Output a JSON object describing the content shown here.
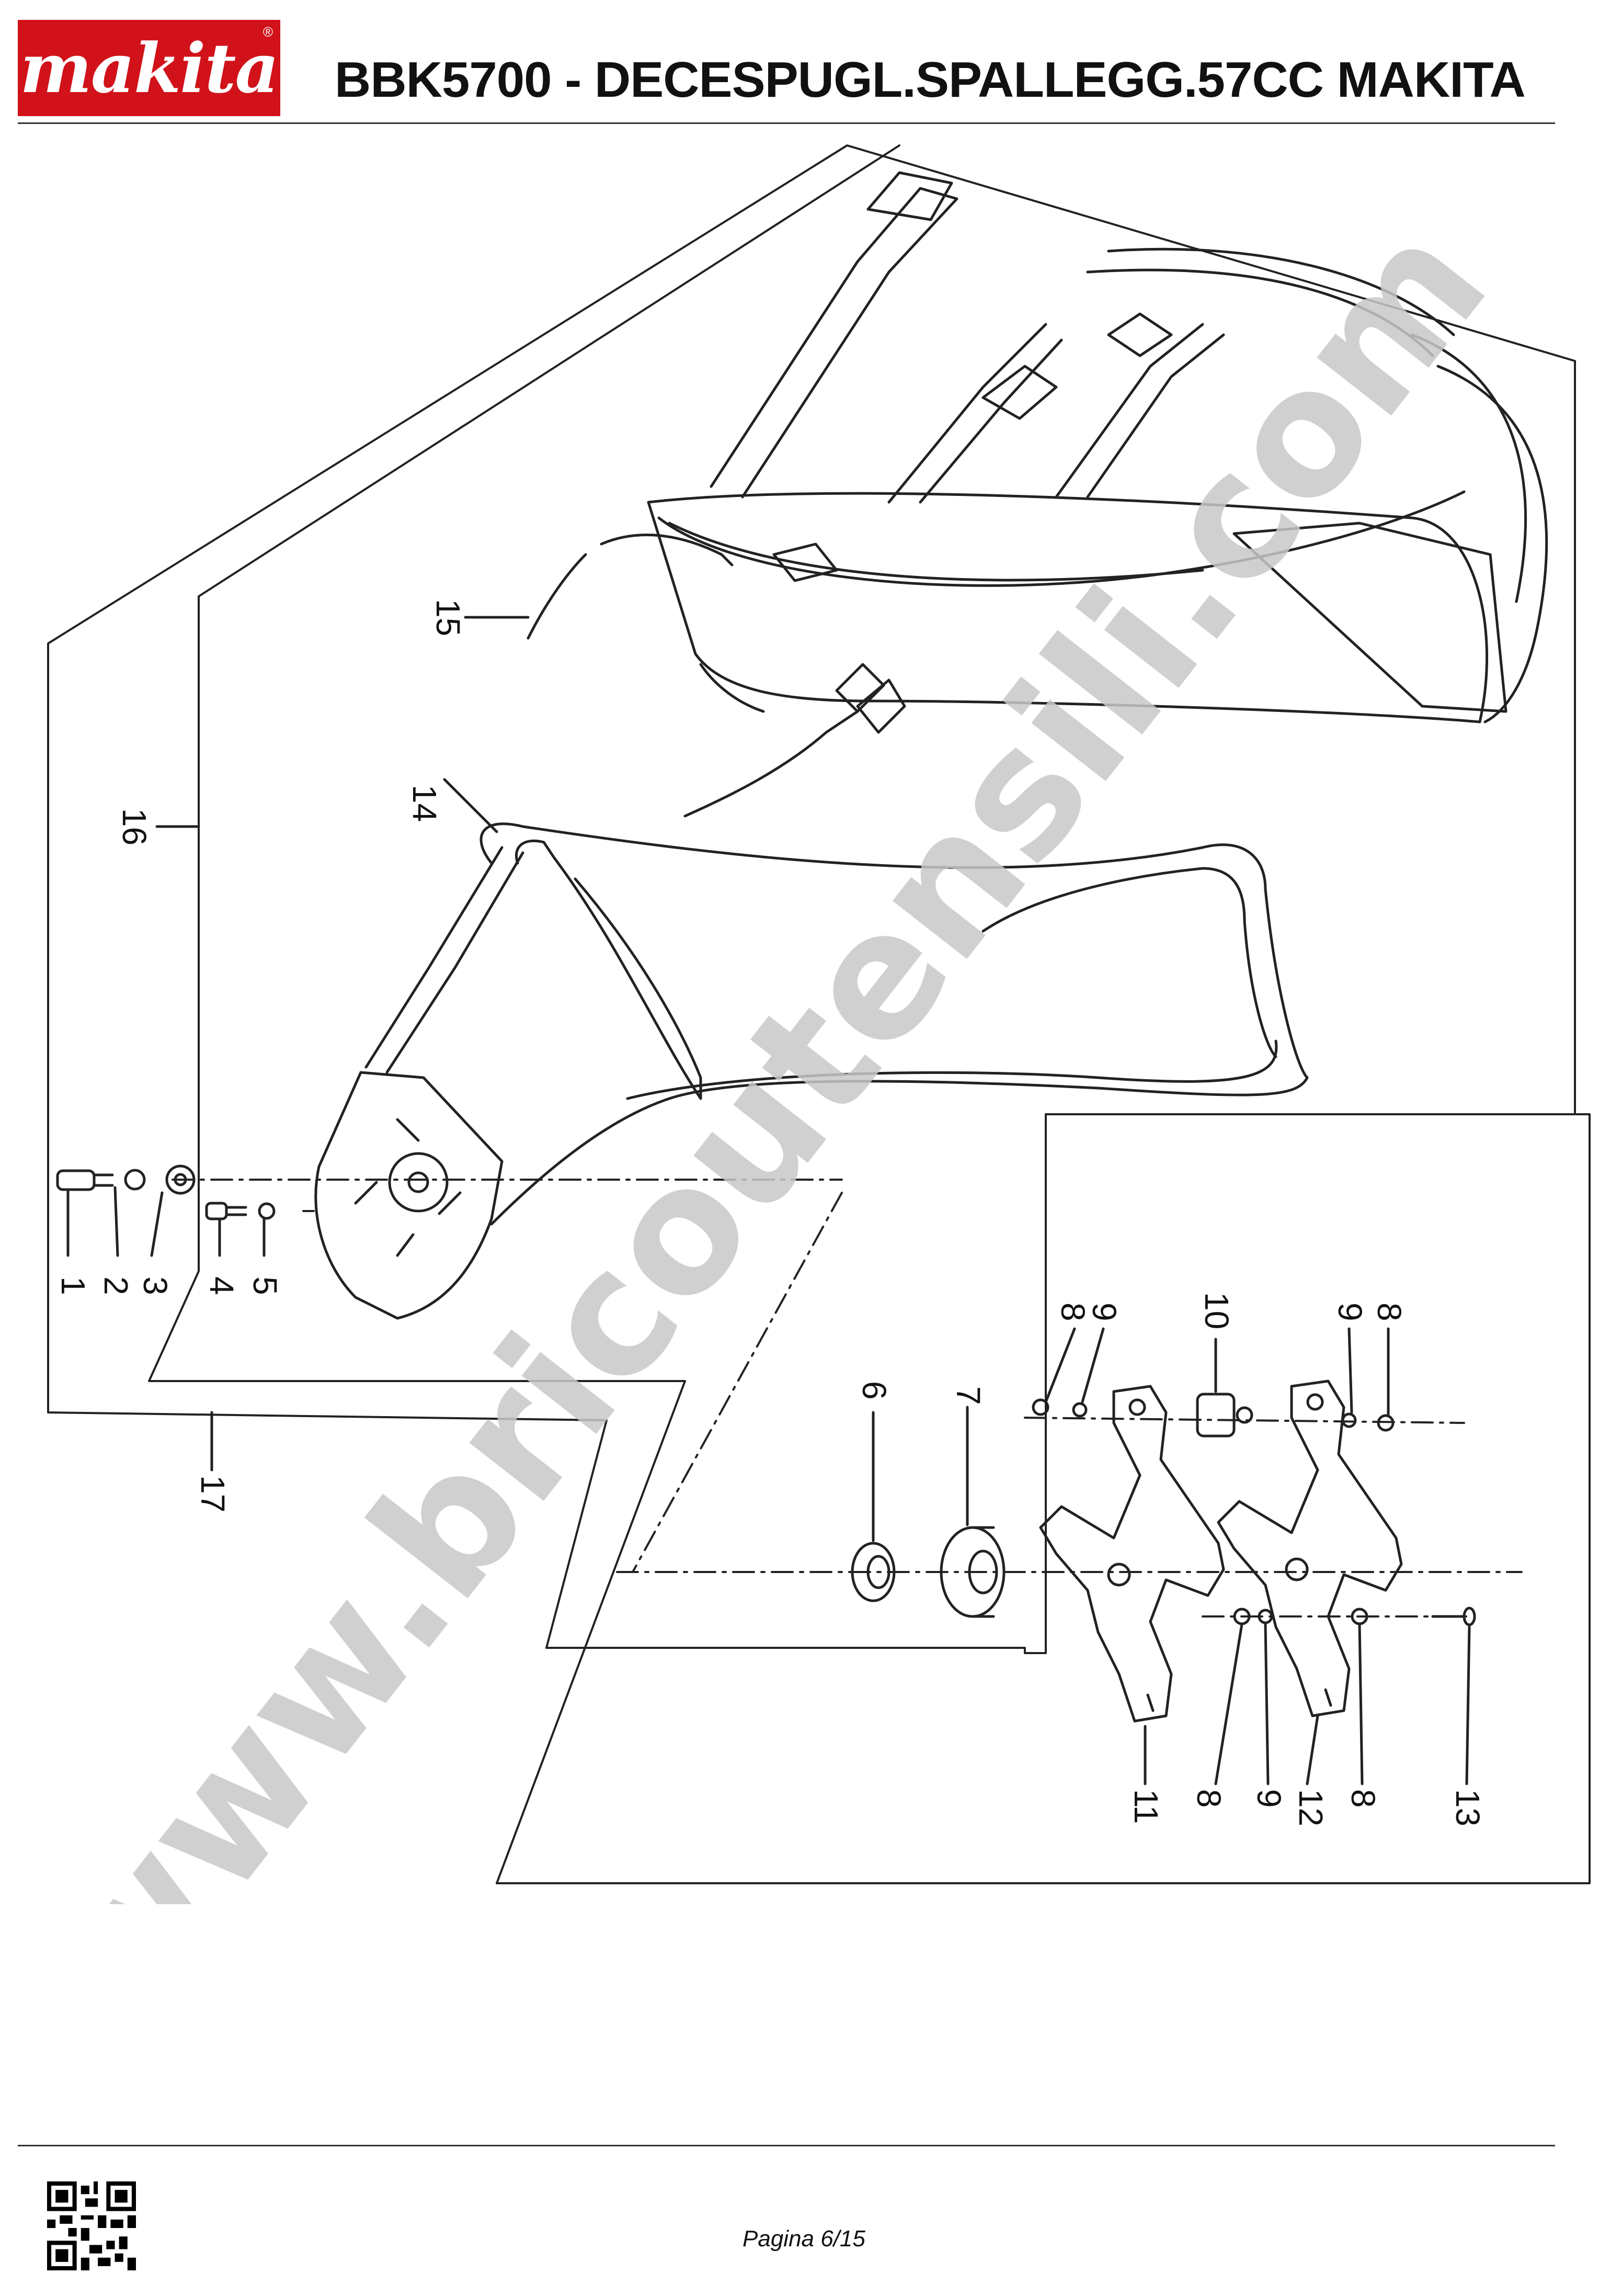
{
  "brand": "makita",
  "title": "BBK5700 - DECESPUGL.SPALLEGG.57CC MAKITA",
  "footer": {
    "page": "Pagina 6/15"
  },
  "watermark": "www.bricoutensili.com",
  "colors": {
    "brand_red": "#d1121a",
    "line": "#222222",
    "watermark": "#c8c8c8"
  },
  "icons": [
    "makita-logo",
    "qr-code-icon"
  ],
  "callouts": {
    "c1": "1",
    "c2": "2",
    "c3": "3",
    "c4": "4",
    "c5": "5",
    "c6": "6",
    "c7": "7",
    "c8a": "8",
    "c9a": "9",
    "c10": "10",
    "c9b": "9",
    "c8b": "8",
    "c11": "11",
    "c8c": "8",
    "c9c": "9",
    "c12": "12",
    "c8d": "8",
    "c13": "13",
    "c14": "14",
    "c15": "15",
    "c16": "16",
    "c17": "17"
  }
}
